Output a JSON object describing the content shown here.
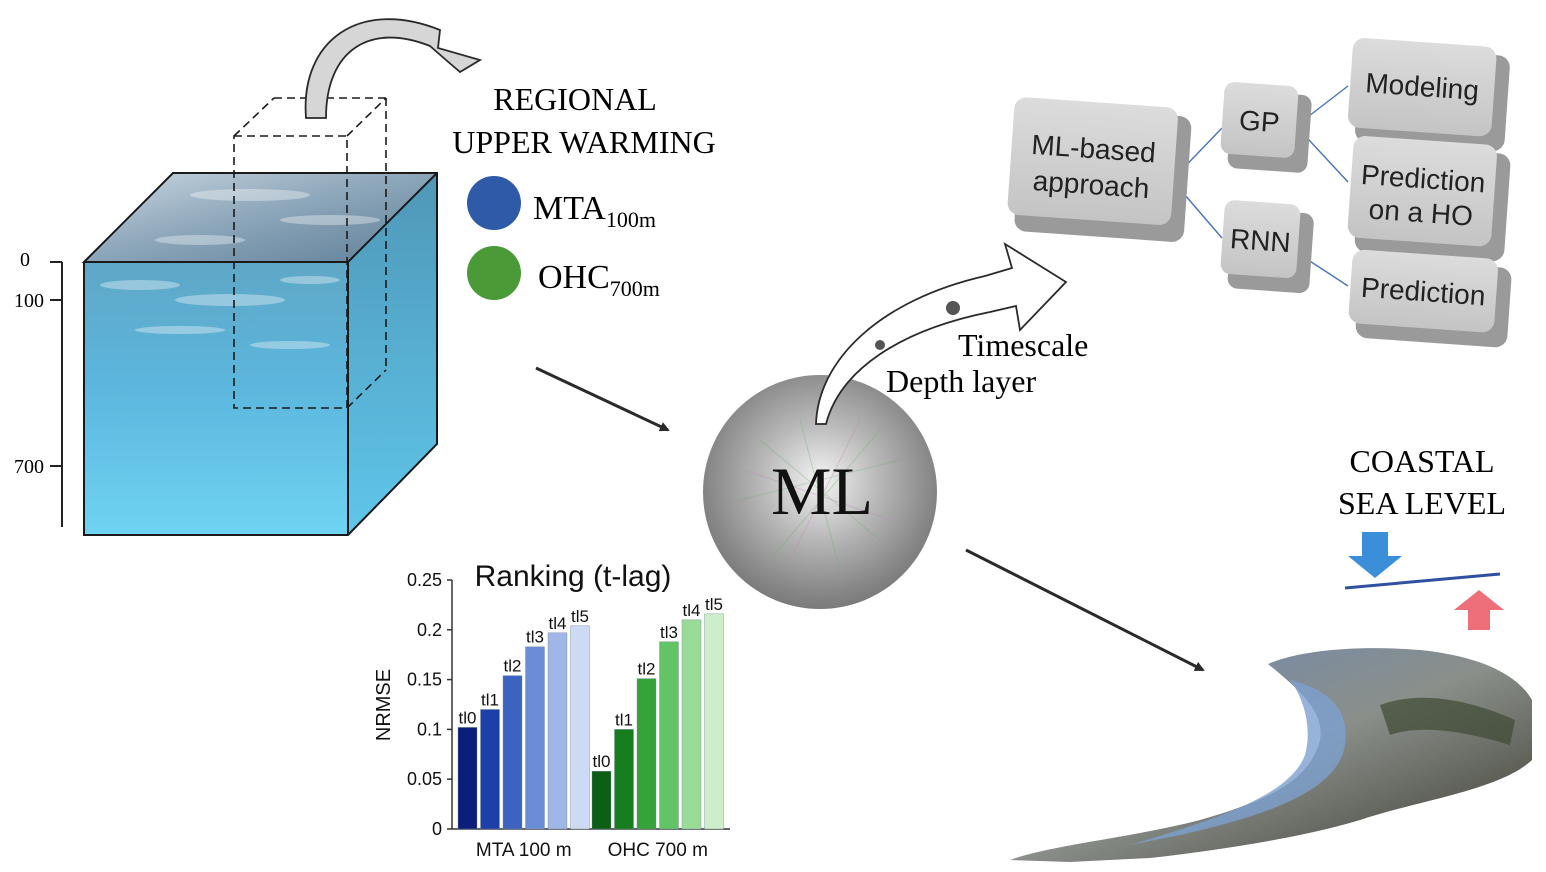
{
  "depth_axis": {
    "ticks": [
      "0",
      "100",
      "700"
    ]
  },
  "warming": {
    "title_line1": "REGIONAL",
    "title_line2": "UPPER WARMING",
    "legend": [
      {
        "base": "MTA",
        "sub": "100m",
        "color": "#2f5aa8"
      },
      {
        "base": "OHC",
        "sub": "700m",
        "color": "#4a9a38"
      }
    ]
  },
  "ml": {
    "label": "ML",
    "arrow_labels": {
      "timescale": "Timescale",
      "depth": "Depth layer"
    }
  },
  "approach": {
    "root": "ML-based approach",
    "root_line1": "ML-based",
    "root_line2": "approach",
    "methods": [
      "GP",
      "RNN"
    ],
    "outputs": [
      {
        "line1": "Modeling",
        "line2": ""
      },
      {
        "line1": "Prediction",
        "line2": "on a HO"
      },
      {
        "line1": "Prediction",
        "line2": ""
      }
    ]
  },
  "coastal": {
    "title_line1": "COASTAL",
    "title_line2": "SEA LEVEL",
    "colors": {
      "down_arrow": "#3a8fd8",
      "up_arrow": "#ee6f7a",
      "line": "#2f4fa0"
    }
  },
  "chart_data": {
    "type": "bar",
    "title": "Ranking (t-lag)",
    "ylabel": "NRMSE",
    "ylim": [
      0,
      0.25
    ],
    "yticks": [
      "0",
      "0.05",
      "0.1",
      "0.15",
      "0.2",
      "0.25"
    ],
    "ytick_values": [
      0,
      0.05,
      0.1,
      0.15,
      0.2,
      0.25
    ],
    "groups": [
      {
        "label": "MTA 100 m",
        "bars": [
          {
            "name": "tl0",
            "value": 0.102,
            "color": "#0b1f7a"
          },
          {
            "name": "tl1",
            "value": 0.12,
            "color": "#1d3fa8"
          },
          {
            "name": "tl2",
            "value": 0.154,
            "color": "#3d63c0"
          },
          {
            "name": "tl3",
            "value": 0.183,
            "color": "#6b8cd6"
          },
          {
            "name": "tl4",
            "value": 0.197,
            "color": "#9fb6e6"
          },
          {
            "name": "tl5",
            "value": 0.204,
            "color": "#ccdaf4"
          }
        ]
      },
      {
        "label": "OHC 700 m",
        "bars": [
          {
            "name": "tl0",
            "value": 0.058,
            "color": "#0c5f14"
          },
          {
            "name": "tl1",
            "value": 0.1,
            "color": "#167e1e"
          },
          {
            "name": "tl2",
            "value": 0.151,
            "color": "#35a33a"
          },
          {
            "name": "tl3",
            "value": 0.188,
            "color": "#62c465"
          },
          {
            "name": "tl4",
            "value": 0.21,
            "color": "#98dc98"
          },
          {
            "name": "tl5",
            "value": 0.216,
            "color": "#cdeecb"
          }
        ]
      }
    ]
  }
}
